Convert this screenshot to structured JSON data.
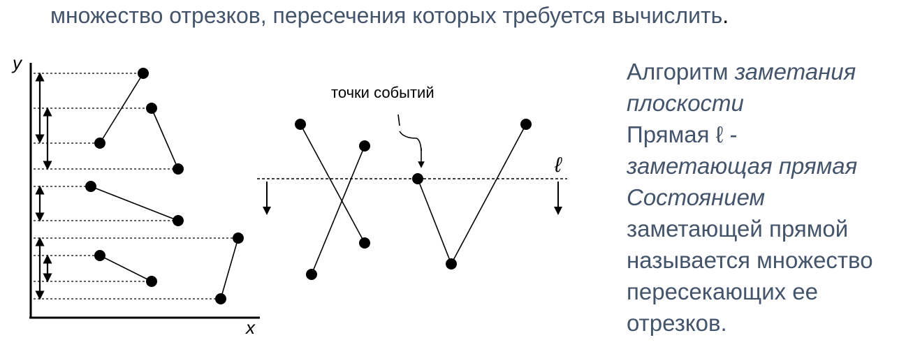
{
  "header": {
    "text": "множество отрезков, пересечения которых требуется вычислить",
    "period": "."
  },
  "figure": {
    "y_axis_label": "y",
    "x_axis_label": "x",
    "event_points_label": "точки событий",
    "sweep_line_label": "ℓ"
  },
  "description": {
    "line1_plain": "Алгоритм ",
    "line1_italic": "заметания",
    "line2_italic": "плоскости",
    "line3_plain": "Прямая ℓ -",
    "line4_italic": "заметающая прямая",
    "line5_italic": "Состоянием",
    "line6_plain": "заметающей прямой",
    "line7_plain": "называется множество",
    "line8_plain": "пересекающих ее",
    "line9_plain": "отрезков."
  },
  "colors": {
    "text": "#44546a",
    "ink": "#000000"
  }
}
